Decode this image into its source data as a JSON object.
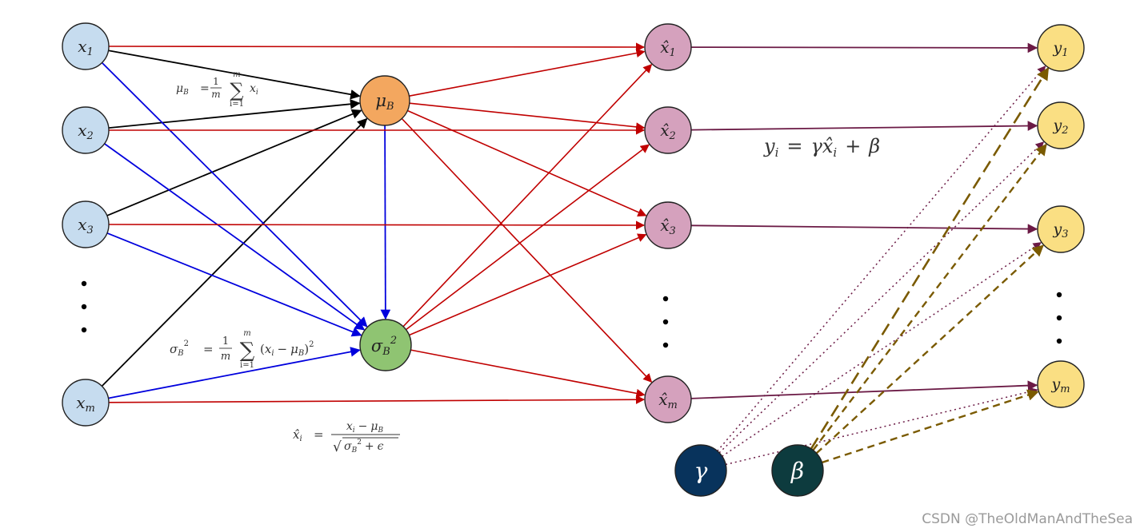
{
  "colors": {
    "input_fill": "#c6dcef",
    "mean_fill": "#f3a75f",
    "var_fill": "#8fc472",
    "norm_fill": "#d5a1bd",
    "output_fill": "#fadf83",
    "gamma_fill": "#08335c",
    "beta_fill": "#0d3b3e",
    "black_edge": "#000000",
    "blue_edge": "#0000dd",
    "red_edge": "#c00000",
    "purple_edge": "#6b1a45",
    "olive_edge": "#7a5a00"
  },
  "nodes": {
    "x1": {
      "base": "x",
      "sub": "1"
    },
    "x2": {
      "base": "x",
      "sub": "2"
    },
    "x3": {
      "base": "x",
      "sub": "3"
    },
    "xm": {
      "base": "x",
      "sub": "m"
    },
    "mu": {
      "base": "μ",
      "sub": "B"
    },
    "sigma": {
      "base": "σ",
      "sub": "B",
      "sup": "2"
    },
    "xh1": {
      "base": "x̂",
      "sub": "1"
    },
    "xh2": {
      "base": "x̂",
      "sub": "2"
    },
    "xh3": {
      "base": "x̂",
      "sub": "3"
    },
    "xhm": {
      "base": "x̂",
      "sub": "m"
    },
    "y1": {
      "base": "y",
      "sub": "1"
    },
    "y2": {
      "base": "y",
      "sub": "2"
    },
    "y3": {
      "base": "y",
      "sub": "3"
    },
    "ym": {
      "base": "y",
      "sub": "m"
    },
    "gamma": {
      "base": "γ"
    },
    "beta": {
      "base": "β"
    }
  },
  "formulas": {
    "mean": {
      "lhs_base": "μ",
      "lhs_sub": "B",
      "eq": "=",
      "frac_num": "1",
      "frac_den": "m",
      "sum_symbol": "∑",
      "sum_top": "m",
      "sum_bottom": "i=1",
      "term_base": "x",
      "term_sub": "i"
    },
    "variance": {
      "lhs_base": "σ",
      "lhs_sub": "B",
      "lhs_sup": "2",
      "eq": "=",
      "frac_num": "1",
      "frac_den": "m",
      "sum_symbol": "∑",
      "sum_top": "m",
      "sum_bottom": "i=1",
      "term_open": "(",
      "term_x": "x",
      "term_x_sub": "i",
      "term_minus": "−",
      "term_mu": "μ",
      "term_mu_sub": "B",
      "term_close": ")",
      "term_sup": "2"
    },
    "normalize": {
      "lhs_base": "x̂",
      "lhs_sub": "i",
      "eq": "=",
      "num_x": "x",
      "num_x_sub": "i",
      "num_minus": "−",
      "num_mu": "μ",
      "num_mu_sub": "B",
      "sqrt_symbol": "√",
      "den_sigma": "σ",
      "den_sigma_sub": "B",
      "den_sup": "2",
      "den_plus": "+",
      "den_eps": "ϵ"
    },
    "scale_shift": {
      "y": "y",
      "y_sub": "i",
      "eq": "=",
      "gamma": "γ",
      "xhat": "x̂",
      "xhat_sub": "i",
      "plus": "+",
      "beta": "β"
    }
  },
  "watermark": "CSDN @TheOldManAndTheSea"
}
